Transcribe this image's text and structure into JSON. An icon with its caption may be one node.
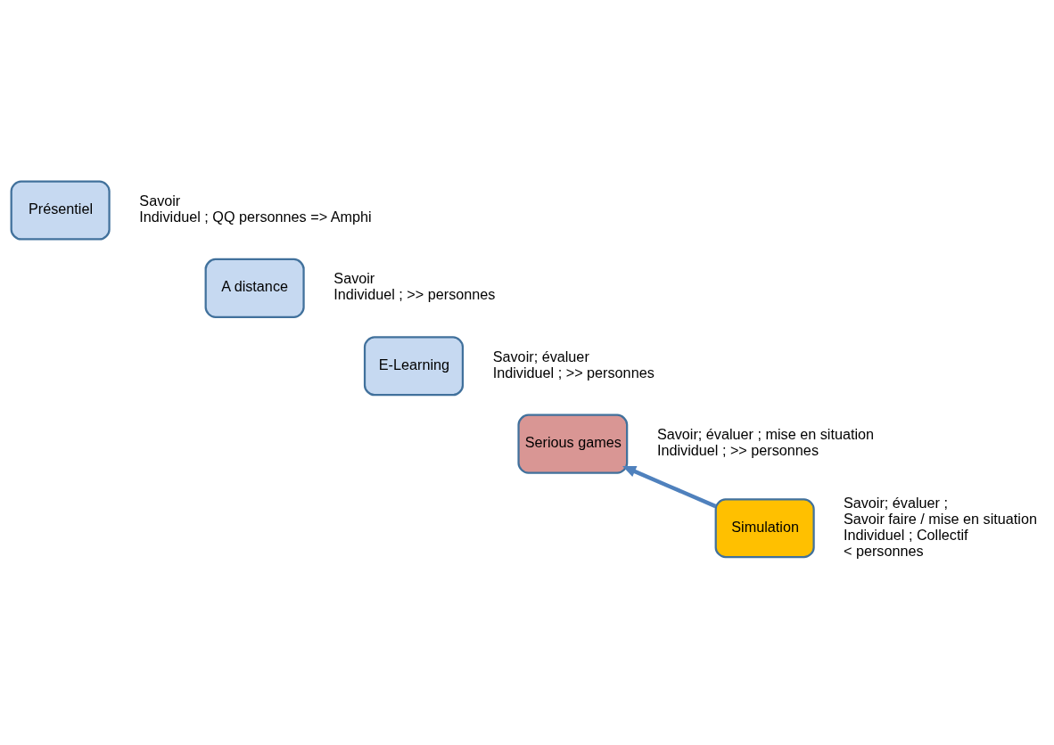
{
  "diagram": {
    "nodes": [
      {
        "text": [
          "Présentiel"
        ],
        "beside": [
          "Savoir",
          "Individuel ; QQ personnes => Amphi"
        ]
      },
      {
        "text": [
          "A distance"
        ],
        "beside": [
          "Savoir",
          "Individuel ; >> personnes"
        ]
      },
      {
        "text": [
          "E-Learning"
        ],
        "beside": [
          "Savoir; évaluer",
          "Individuel ; >> personnes"
        ]
      },
      {
        "text": [
          "Serious games"
        ],
        "beside": [
          "Savoir; évaluer ; mise en situation",
          "Individuel ; >> personnes"
        ]
      },
      {
        "text": [
          "Simulation"
        ],
        "beside": [
          "Savoir; évaluer ;",
          "Savoir faire / mise en situation",
          "Individuel ; Collectif",
          "< personnes"
        ]
      }
    ],
    "edges": [
      {
        "from": 4,
        "to": 3,
        "arrow": "to",
        "color": "#4f81bd"
      }
    ]
  }
}
